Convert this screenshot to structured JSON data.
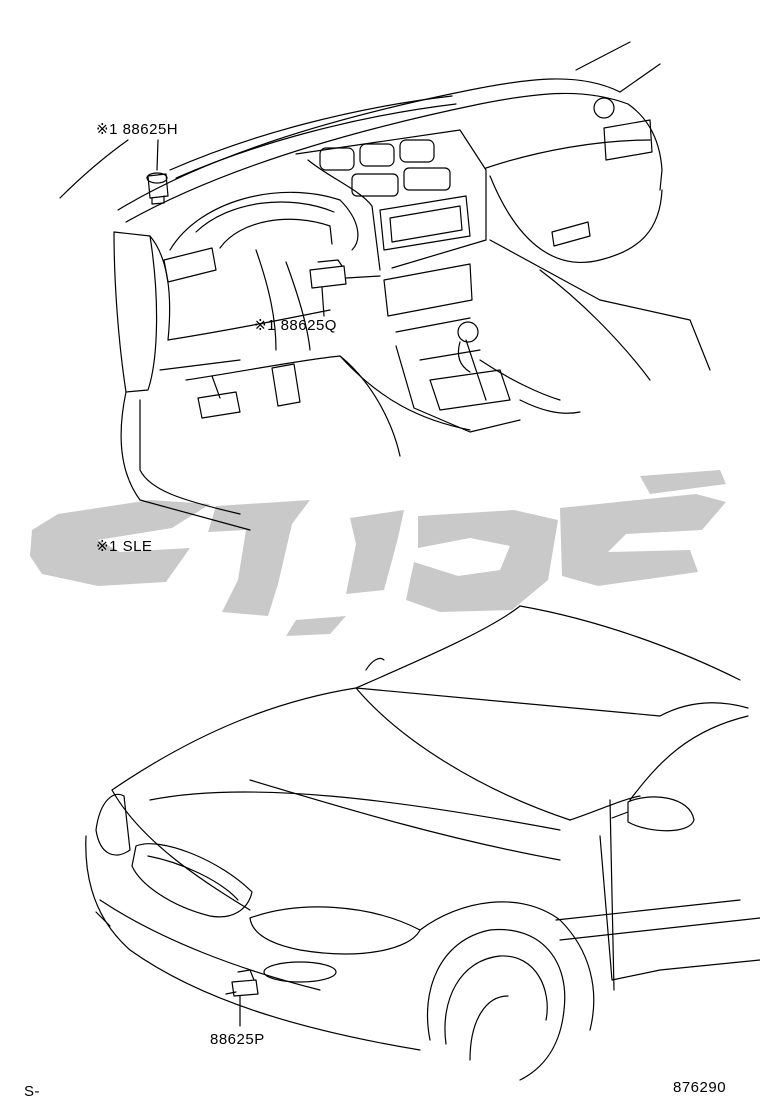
{
  "callouts": {
    "part_h": "※1 88625H",
    "part_q": "※1 88625Q",
    "note": "※1 SLE",
    "part_p": "88625P"
  },
  "footer": {
    "prefix": "S-",
    "figure_number": "876290"
  },
  "watermark": {
    "color": "#c9c9c9"
  },
  "line_color": "#000000"
}
